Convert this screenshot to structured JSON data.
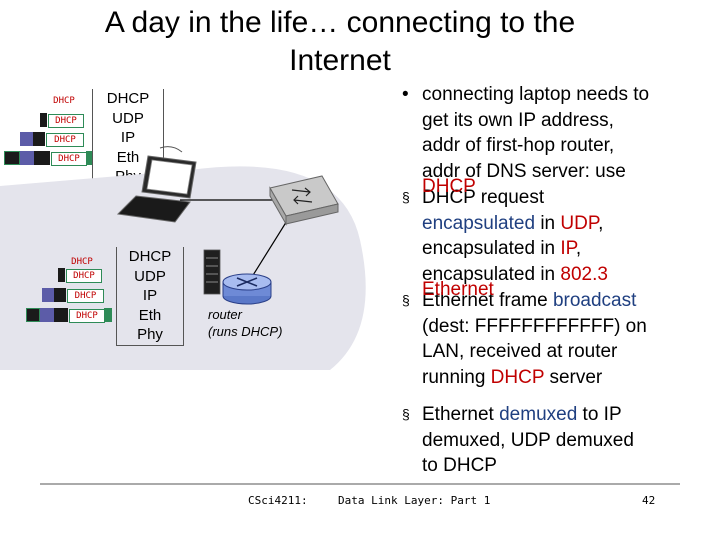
{
  "title": {
    "line1": "A day in the life… connecting to the",
    "line2": "Internet"
  },
  "laptop_stack": [
    "DHCP",
    "UDP",
    "IP",
    "Eth",
    "Phy"
  ],
  "router_stack": [
    "DHCP",
    "UDP",
    "IP",
    "Eth",
    "Phy"
  ],
  "packet_label": "DHCP",
  "router_label": {
    "line1": "router",
    "line2": "(runs DHCP)"
  },
  "bullet_main": {
    "dot": "•",
    "lines": [
      "connecting laptop needs to",
      "get its own IP address,",
      "addr of first-hop router,",
      "addr of DNS server: use"
    ],
    "overlap_word": "DHCP"
  },
  "bullet_request": {
    "marker": "§",
    "start": "DHCP",
    "rest": " request",
    "l2a": "encapsulated",
    "l2b": " in ",
    "l2c": "UDP",
    "l2d": ",",
    "l3a": "encapsulated in ",
    "l3b": "IP",
    "l3c": ",",
    "l4a": "encapsulated in ",
    "l4b": "802.3",
    "overlap_word": "Ethernet"
  },
  "bullet_frame": {
    "marker": "§",
    "a": "Ethernet",
    "b": " frame ",
    "c": "broadcast",
    "l2": "(dest: FFFFFFFFFFFF) on",
    "l3": "LAN, received at router",
    "l4a": "running ",
    "l4b": "DHCP",
    "l4c": " server"
  },
  "bullet_demux": {
    "marker": "§",
    "a": "Ethernet ",
    "b": "demuxed",
    "c": " to IP",
    "l2": "demuxed, UDP demuxed",
    "l3": "to DHCP"
  },
  "footer": {
    "course": "CSci4211:",
    "topic": "Data Link Layer: Part 1",
    "page": "42"
  },
  "colors": {
    "eth_layer": "#2e8b57",
    "ip_layer": "#5c5ca8",
    "udp_layer": "#1a1a1a",
    "dhcp_text": "#c00000",
    "highlight": "#c00000",
    "demux": "#1f3f80"
  }
}
